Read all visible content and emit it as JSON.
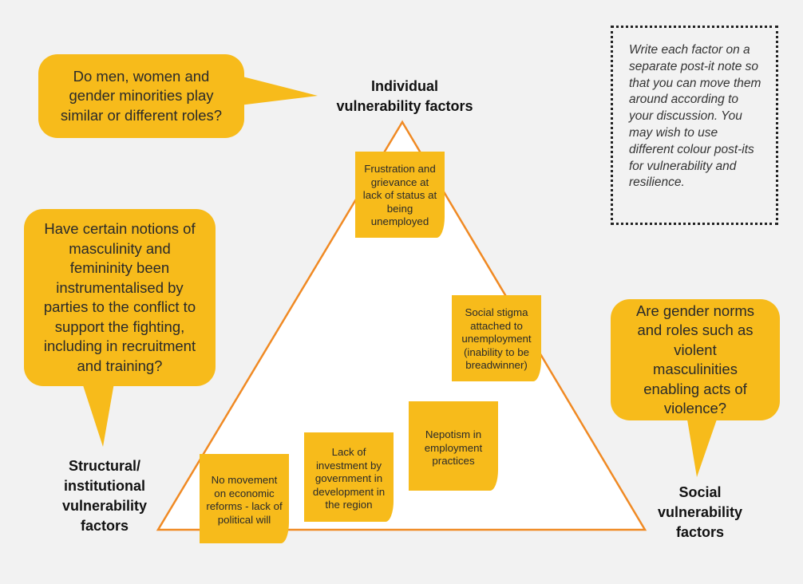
{
  "bubbles": {
    "top_left": "Do men, women and gender minorities play similar or different roles?",
    "mid_left": "Have certain notions of masculinity and femininity been instrumentalised by parties to the conflict to support the fighting, including in recruitment and training?",
    "right": "Are gender norms and roles such as violent masculinities enabling acts of violence?"
  },
  "labels": {
    "individual": "Individual vulnerability factors",
    "structural": "Structural/ institutional vulnerability factors",
    "social": "Social vulnerability factors"
  },
  "notes": {
    "frustration": "Frustration and grievance at lack of status at being unemployed",
    "stigma": "Social stigma attached to unemployment (inability to be breadwinner)",
    "nepotism": "Nepotism in employment practices",
    "investment": "Lack of investment by government in development in the region",
    "reforms": "No movement on economic reforms - lack of political will"
  },
  "instructions": "Write each factor on a separate post-it note so that you can move them around according to your discussion. You may wish to use different colour post-its for vulnerability and resilience.",
  "colors": {
    "background": "#f2f2f2",
    "bubble": "#f7bb1b",
    "triangle_stroke": "#f08a24",
    "triangle_fill": "#ffffff"
  }
}
